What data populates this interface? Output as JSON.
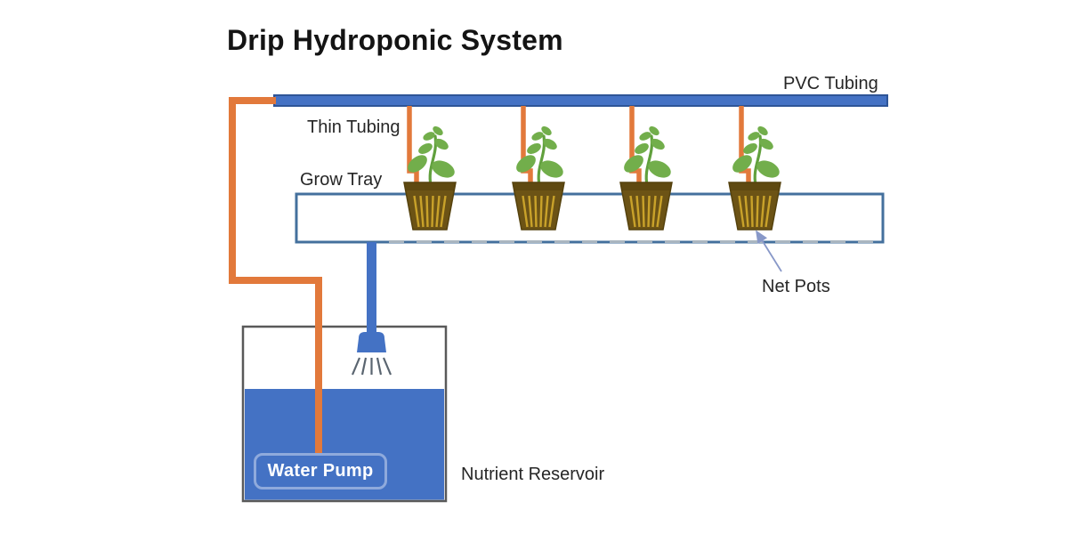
{
  "title": "Drip Hydroponic System",
  "labels": {
    "pvc_tubing": "PVC Tubing",
    "thin_tubing": "Thin Tubing",
    "grow_tray": "Grow Tray",
    "net_pots": "Net Pots",
    "nutrient_reservoir": "Nutrient Reservoir",
    "water_pump": "Water Pump"
  },
  "diagram": {
    "plant_count": 4,
    "colors": {
      "pipe_blue": "#4472C4",
      "pipe_border": "#2E5597",
      "tube_orange": "#E2793B",
      "tray_border": "#44709D",
      "tray_dash_gray": "#AAB6C0",
      "reservoir_border": "#595959",
      "water_blue": "#4472C4",
      "pump_border": "#8FAADC",
      "leaf_green": "#72AE4B",
      "stem_green": "#61A03D",
      "pot_brown": "#6C5315",
      "pot_stripe": "#C9A22A",
      "pot_outline": "#55420E",
      "arrow_blue": "#8898C8",
      "spray_gray": "#5A6570",
      "label_text": "#262626"
    }
  }
}
